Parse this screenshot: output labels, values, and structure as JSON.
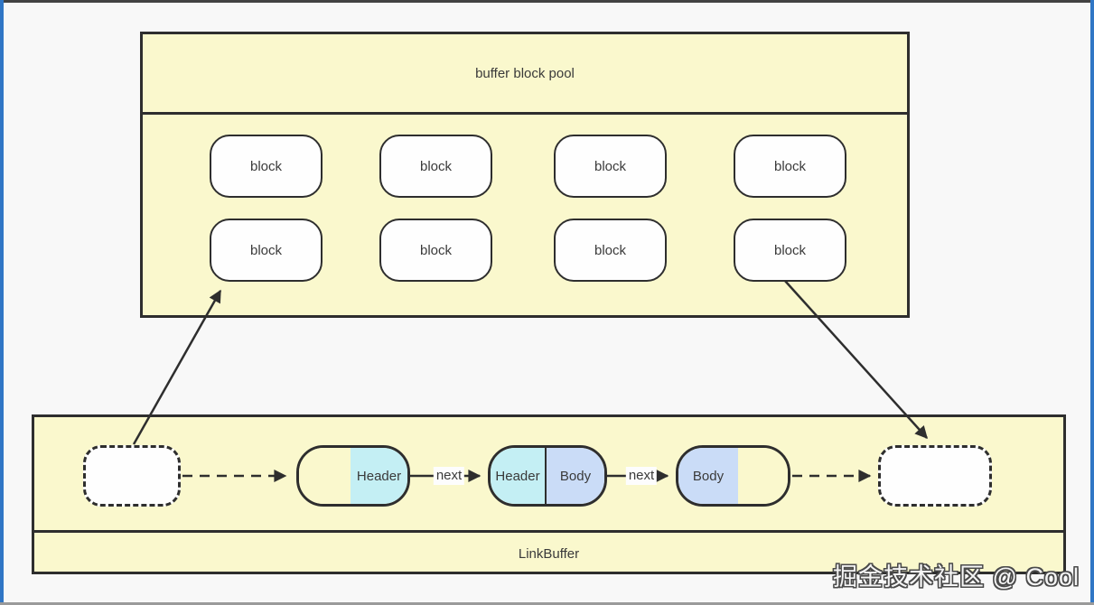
{
  "colors": {
    "canvas_bg": "#f8f8f8",
    "frame_top": "#424242",
    "frame_side": "#3076c5",
    "frame_bottom": "#9a9a9a",
    "container_yellow": "#faf8cd",
    "node_cyan": "#c4eff4",
    "node_periwinkle": "#cadcf7",
    "node_white": "#fefefe",
    "stroke_dark": "#2e2e2e",
    "text_dark": "#3a3a3a",
    "next_label_bg": "#fdfdfd",
    "watermark_fill": "#f5f5f5",
    "watermark_outline": "#4a4a4a"
  },
  "pool": {
    "title": "buffer block pool",
    "blocks": [
      "block",
      "block",
      "block",
      "block",
      "block",
      "block",
      "block",
      "block"
    ]
  },
  "linkbuffer": {
    "title": "LinkBuffer",
    "node_a_header": "Header",
    "node_b_header": "Header",
    "node_b_body": "Body",
    "node_c_body": "Body",
    "next1": "next",
    "next2": "next"
  },
  "watermark": "掘金技术社区 @ Cool"
}
